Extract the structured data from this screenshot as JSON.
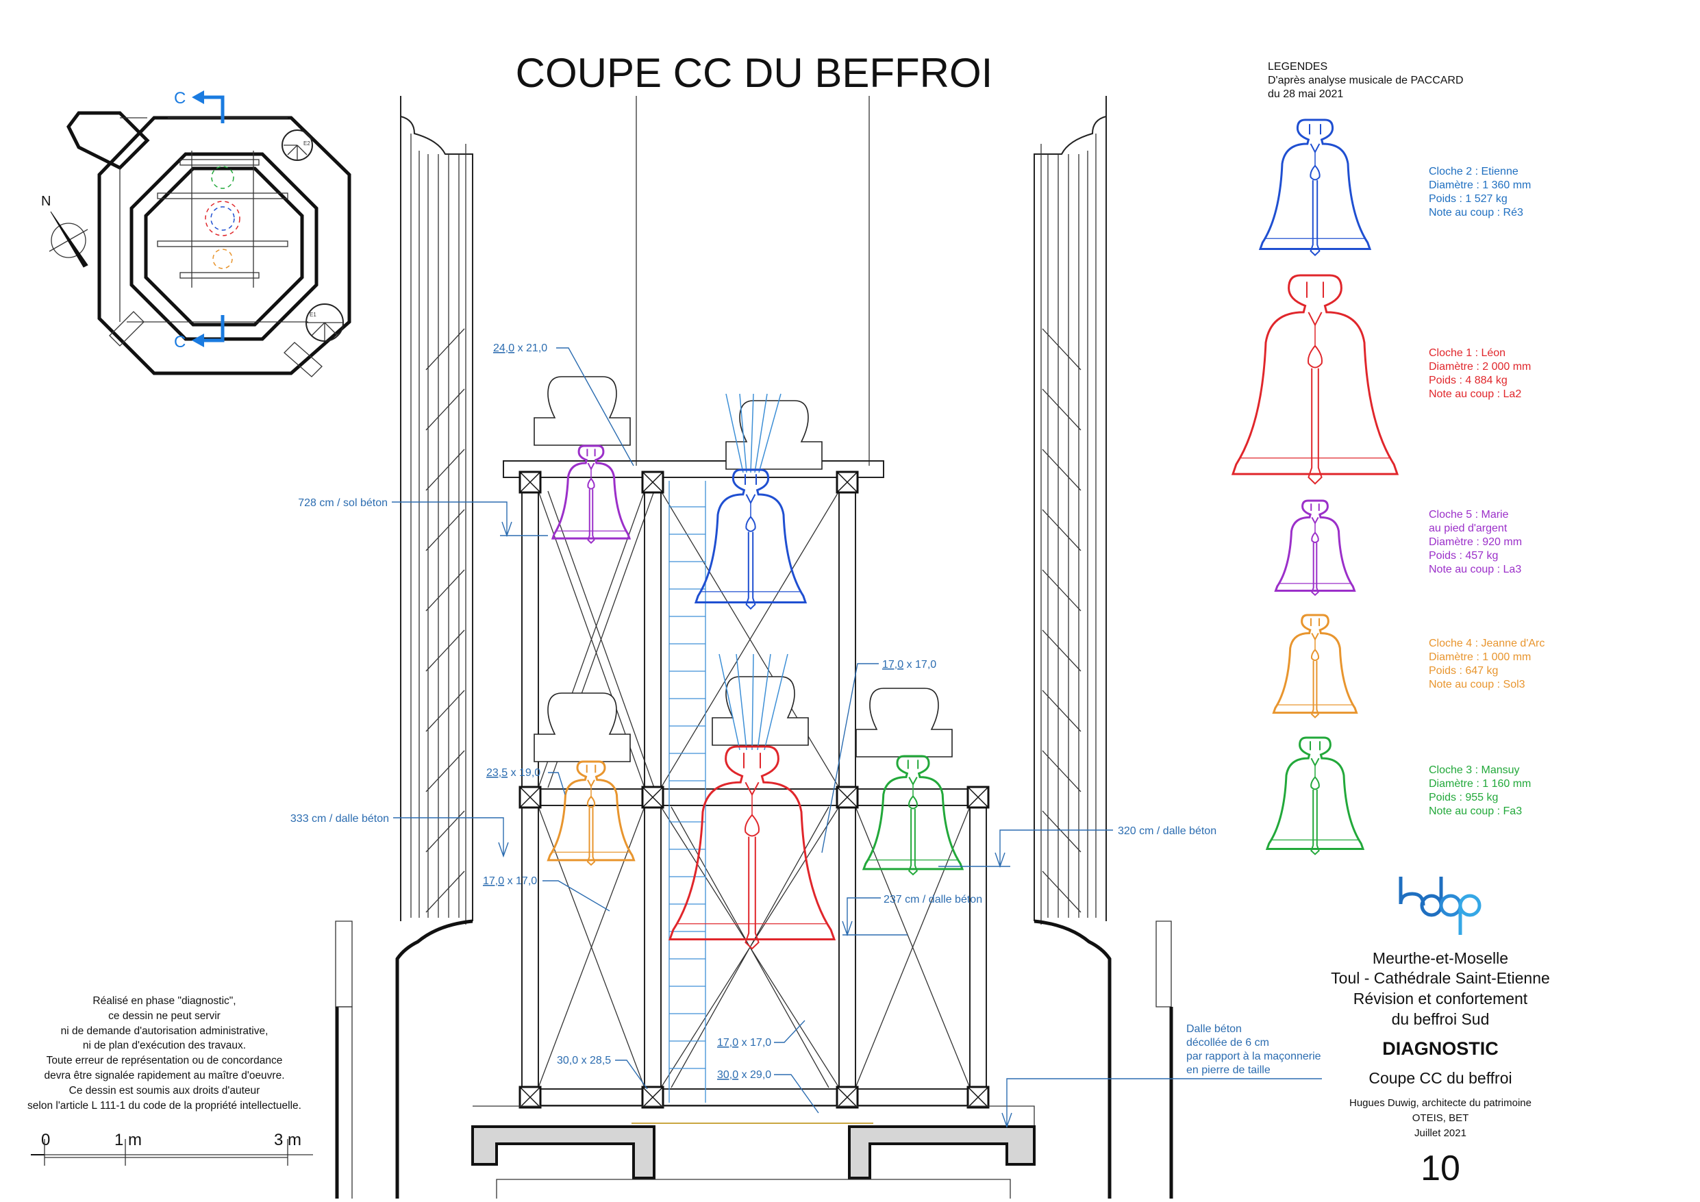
{
  "title": "COUPE CC DU BEFFROI",
  "legend": {
    "header": [
      "LEGENDES",
      "D'après analyse musicale de PACCARD",
      "du 28 mai 2021"
    ],
    "bells": [
      {
        "color": "#1f6fc0",
        "lines": [
          "Cloche 2 : Etienne",
          "Diamètre : 1 360 mm",
          "Poids : 1 527 kg",
          "Note au coup : Ré3"
        ]
      },
      {
        "color": "#e0262b",
        "lines": [
          "Cloche 1 : Léon",
          "Diamètre : 2 000 mm",
          "Poids : 4 884 kg",
          "Note au coup : La2"
        ]
      },
      {
        "color": "#9b2fc9",
        "lines": [
          "Cloche 5 : Marie",
          "au pied d'argent",
          "Diamètre : 920 mm",
          "Poids : 457 kg",
          "Note au coup : La3"
        ]
      },
      {
        "color": "#e8952e",
        "lines": [
          "Cloche 4 : Jeanne d'Arc",
          "Diamètre : 1 000 mm",
          "Poids : 647 kg",
          "Note au coup : Sol3"
        ]
      },
      {
        "color": "#22a83a",
        "lines": [
          "Cloche 3 : Mansuy",
          "Diamètre : 1 160 mm",
          "Poids : 955 kg",
          "Note au coup : Fa3"
        ]
      }
    ]
  },
  "plan": {
    "section_label_top": "C",
    "section_label_bottom": "C",
    "north": "N",
    "stair_1": "E1",
    "stair_2": "E2"
  },
  "dimensions": {
    "d1": {
      "a": "24,0",
      "b": " x 21,0"
    },
    "d2": "728 cm / sol béton",
    "d3": "333 cm / dalle béton",
    "d4": {
      "a": "23,5",
      "b": " x 19,0"
    },
    "d5": {
      "a": "17,0",
      "b": " x 17,0"
    },
    "d6": {
      "a": "17,0",
      "b": " x 17,0"
    },
    "d7": "237 cm / dalle béton",
    "d8": "320 cm / dalle béton",
    "d9": {
      "a": "17,0",
      "b": " x 17,0"
    },
    "d10": "30,0 x 28,5",
    "d11": {
      "a": "30,0",
      "b": " x 29,0"
    },
    "note": [
      "Dalle béton",
      "décollée de 6 cm",
      "par rapport à la maçonnerie",
      "en pierre de taille"
    ]
  },
  "title_block": {
    "logo": "hdap",
    "lines": [
      "Meurthe-et-Moselle",
      "Toul - Cathédrale Saint-Etienne",
      "Révision et confortement",
      "du beffroi Sud"
    ],
    "phase": "DIAGNOSTIC",
    "drawing": "Coupe CC du beffroi",
    "credits": [
      "Hugues Duwig, architecte du patrimoine",
      "OTEIS, BET",
      "Juillet 2021"
    ],
    "sheet_number": "10"
  },
  "disclaimer": [
    "Réalisé en phase \"diagnostic\",",
    "ce dessin ne peut servir",
    "ni de demande d'autorisation administrative,",
    "ni de plan d'exécution des travaux.",
    "Toute erreur de représentation ou de concordance",
    "devra être signalée rapidement au maître d'oeuvre.",
    "Ce dessin est soumis aux droits d'auteur",
    "selon l'article L 111-1 du code de la propriété intellectuelle."
  ],
  "scale_bar": {
    "labels": [
      "0",
      "1 m",
      "3 m"
    ]
  }
}
